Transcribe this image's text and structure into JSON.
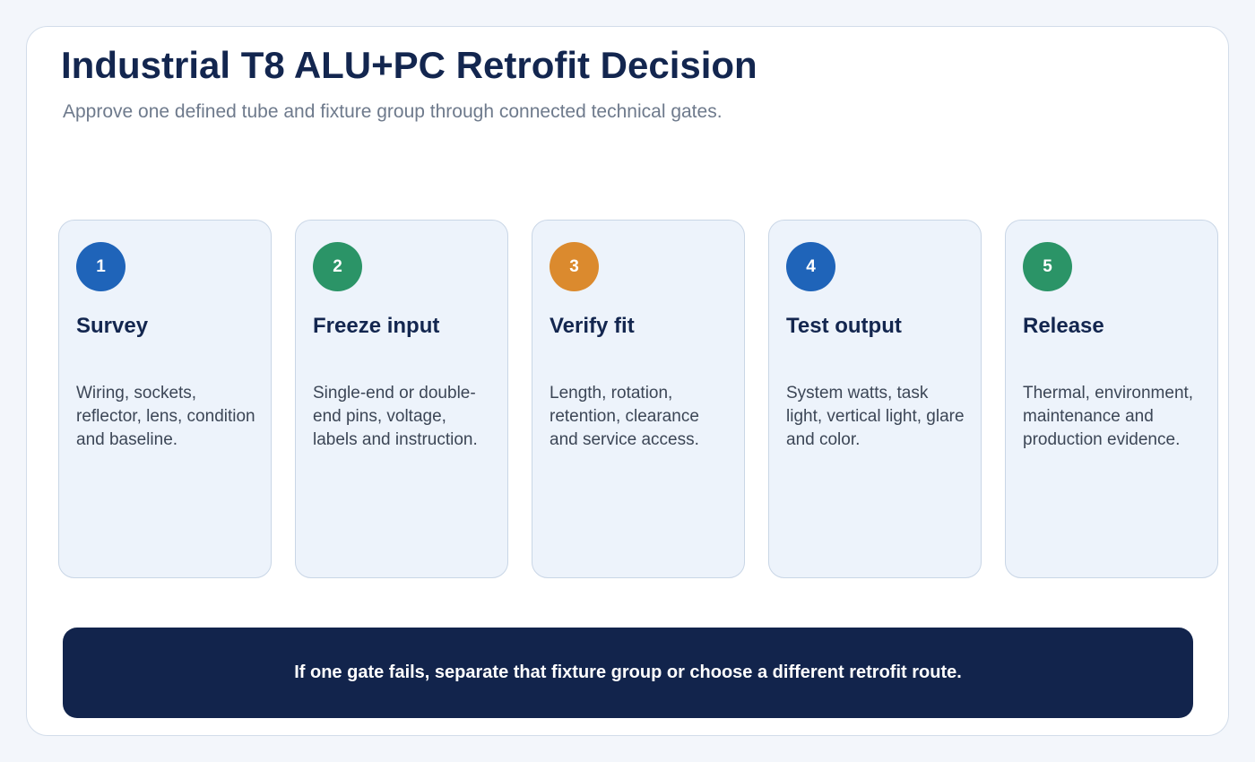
{
  "header": {
    "title": "Industrial T8 ALU+PC Retrofit Decision",
    "subtitle": "Approve one defined tube and fixture group through connected technical gates."
  },
  "steps": [
    {
      "number": "1",
      "title": "Survey",
      "description": "Wiring, sockets, reflector, lens, condition and baseline.",
      "color": "#1f64b9"
    },
    {
      "number": "2",
      "title": "Freeze input",
      "description": "Single-end or double-end pins, voltage, labels and instruction.",
      "color": "#2b9467"
    },
    {
      "number": "3",
      "title": "Verify fit",
      "description": "Length, rotation, retention, clearance and service access.",
      "color": "#db8a2e"
    },
    {
      "number": "4",
      "title": "Test output",
      "description": "System watts, task light, vertical light, glare and color.",
      "color": "#1f64b9"
    },
    {
      "number": "5",
      "title": "Release",
      "description": "Thermal, environment, maintenance and production evidence.",
      "color": "#2b9467"
    }
  ],
  "banner": {
    "text": "If one gate fails, separate that fixture group or choose a different retrofit route."
  },
  "colors": {
    "navy": "#13264f",
    "card_background": "#edf3fb",
    "banner_background": "#12244c"
  }
}
